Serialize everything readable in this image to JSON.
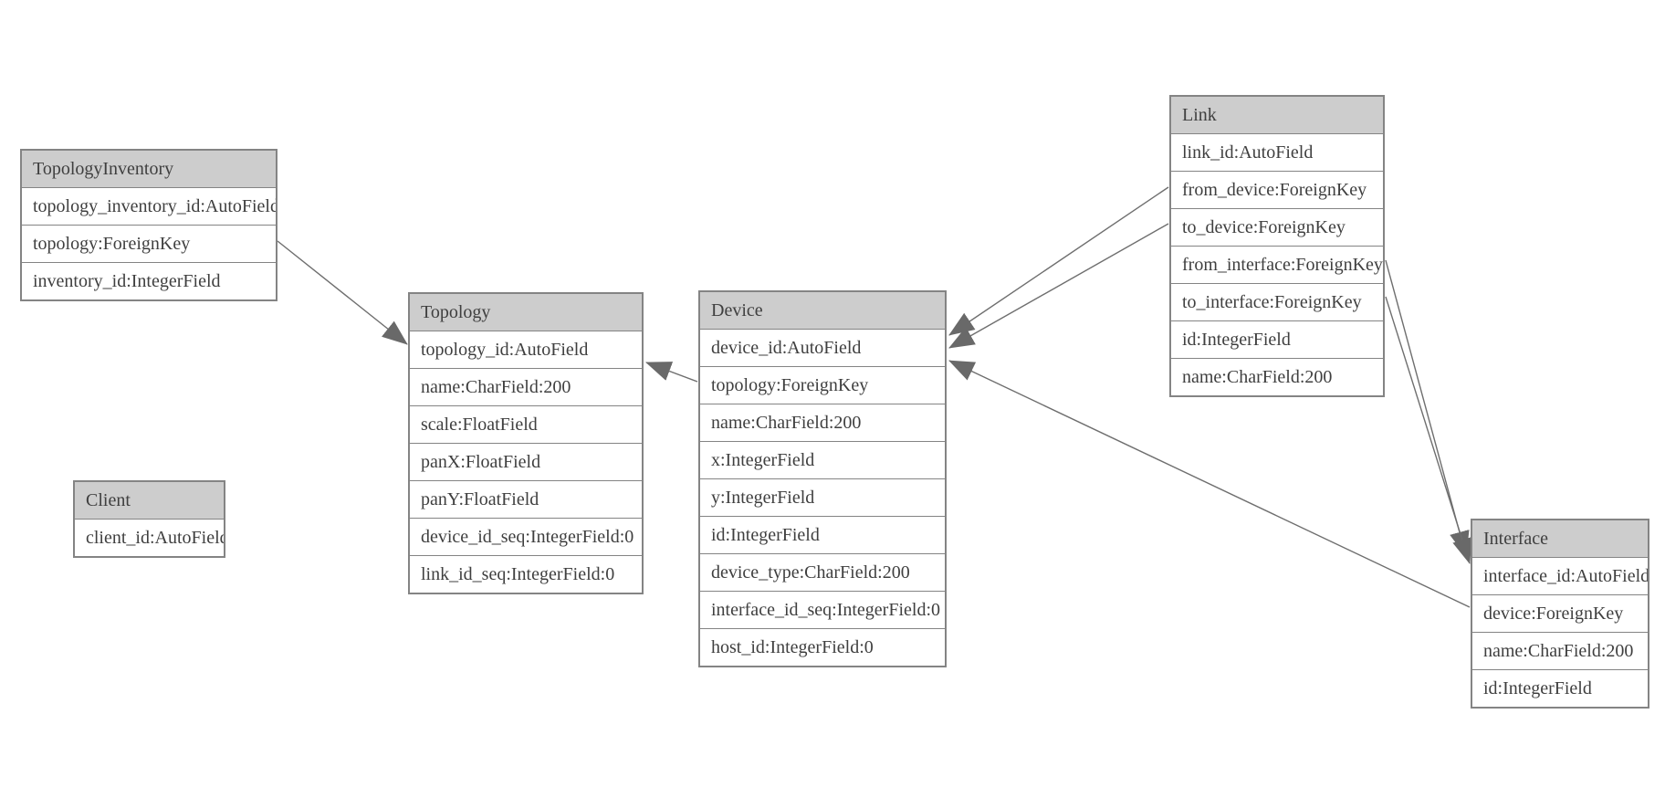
{
  "diagram": {
    "background": "#ffffff",
    "colors": {
      "header_bg": "#cdcdcd",
      "border": "#848484",
      "text": "#3f3f3f",
      "edge": "#6e6e6e",
      "arrowhead": "#696969"
    },
    "tables": [
      {
        "id": "topology_inventory",
        "title": "TopologyInventory",
        "fields": [
          "topology_inventory_id:AutoField",
          "topology:ForeignKey",
          "inventory_id:IntegerField"
        ]
      },
      {
        "id": "topology",
        "title": "Topology",
        "fields": [
          "topology_id:AutoField",
          "name:CharField:200",
          "scale:FloatField",
          "panX:FloatField",
          "panY:FloatField",
          "device_id_seq:IntegerField:0",
          "link_id_seq:IntegerField:0"
        ]
      },
      {
        "id": "client",
        "title": "Client",
        "fields": [
          "client_id:AutoField"
        ]
      },
      {
        "id": "device",
        "title": "Device",
        "fields": [
          "device_id:AutoField",
          "topology:ForeignKey",
          "name:CharField:200",
          "x:IntegerField",
          "y:IntegerField",
          "id:IntegerField",
          "device_type:CharField:200",
          "interface_id_seq:IntegerField:0",
          "host_id:IntegerField:0"
        ]
      },
      {
        "id": "link",
        "title": "Link",
        "fields": [
          "link_id:AutoField",
          "from_device:ForeignKey",
          "to_device:ForeignKey",
          "from_interface:ForeignKey",
          "to_interface:ForeignKey",
          "id:IntegerField",
          "name:CharField:200"
        ]
      },
      {
        "id": "interface",
        "title": "Interface",
        "fields": [
          "interface_id:AutoField",
          "device:ForeignKey",
          "name:CharField:200",
          "id:IntegerField"
        ]
      }
    ],
    "relationships": [
      {
        "from": "TopologyInventory.topology",
        "to": "Topology.topology_id"
      },
      {
        "from": "Device.topology",
        "to": "Topology.topology_id"
      },
      {
        "from": "Link.from_device",
        "to": "Device.device_id"
      },
      {
        "from": "Link.to_device",
        "to": "Device.device_id"
      },
      {
        "from": "Link.from_interface",
        "to": "Interface.interface_id"
      },
      {
        "from": "Link.to_interface",
        "to": "Interface.interface_id"
      },
      {
        "from": "Interface.device",
        "to": "Device.device_id"
      }
    ]
  }
}
